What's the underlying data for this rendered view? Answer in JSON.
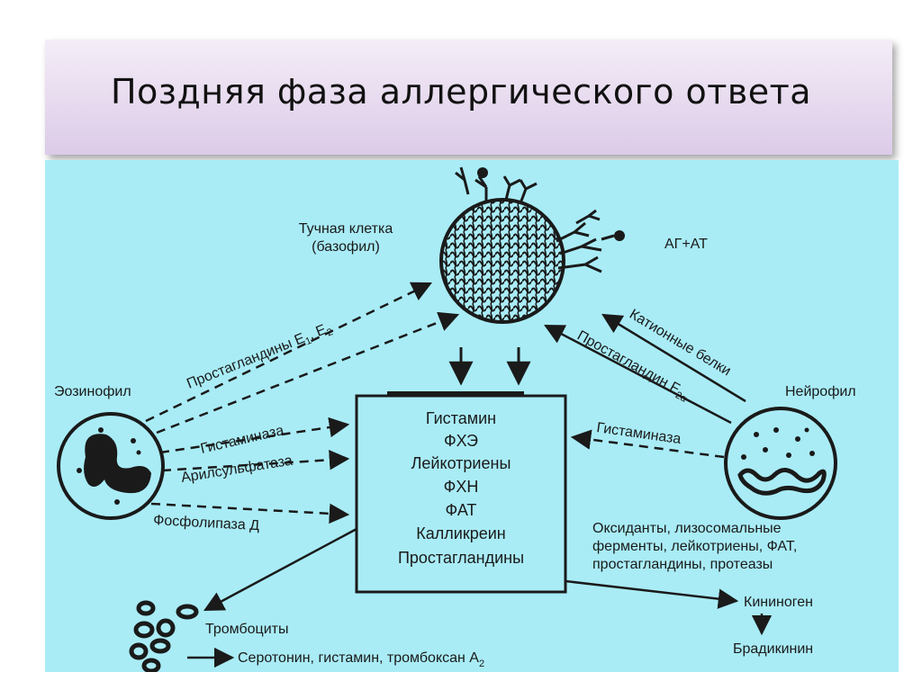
{
  "title": "Поздняя фаза аллергического ответа",
  "cells": {
    "mast_cell": "Тучная клетка",
    "mast_cell_sub": "(базофил)",
    "antigen_antibody": "АГ+АТ",
    "eosinophil": "Эозинофил",
    "neutrophil": "Нейрофил",
    "platelets": "Тромбоциты"
  },
  "mediators": [
    "Гистамин",
    "ФХЭ",
    "Лейкотриены",
    "ФХН",
    "ФАТ",
    "Калликреин",
    "Простагландины"
  ],
  "arrows": {
    "prostaglandins_e": "Простагландины E",
    "prostaglandins_e_sub1": "1",
    "prostaglandins_e_sep": ", E",
    "prostaglandins_e_sub2": "2",
    "histaminase_left": "Гистаминаза",
    "arylsulfatase": "Арилсульфатаза",
    "phospholipase": "Фосфолипаза Д",
    "cationic_proteins": "Катионные белки",
    "prostaglandin_f": "Простагландин F",
    "prostaglandin_f_sub": "2α",
    "histaminase_right": "Гистаминаза"
  },
  "neutrophil_products": [
    "Оксиданты, лизосомальные",
    "ферменты, лейкотриены, ФАТ,",
    "простагландины, протеазы"
  ],
  "kininogen": "Кининоген",
  "bradykinin": "Брадикинин",
  "platelet_products": "Серотонин, гистамин, тромбоксан A",
  "platelet_products_sub": "2",
  "colors": {
    "panel": "#a9ecf6",
    "ink": "#1a1a1a",
    "title_bg": "#e7daef"
  }
}
